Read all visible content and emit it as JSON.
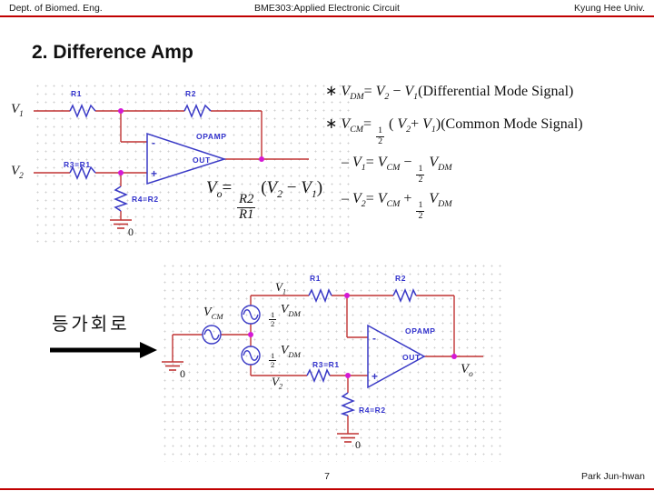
{
  "header": {
    "left": "Dept. of Biomed. Eng.",
    "center": "BME303:Applied Electronic Circuit",
    "right": "Kyung Hee Univ."
  },
  "footer": {
    "page_number": "7",
    "author": "Park Jun-hwan"
  },
  "title": "2. Difference Amp",
  "korean": {
    "equiv_label": "등가회로"
  },
  "colors": {
    "accent_line": "#c00000",
    "wire": "#c03434",
    "component": "#3a3ac6",
    "component_label": "#3333cc",
    "junction_dot": "#d519d5",
    "grid_dot": "#cfcfcf"
  },
  "top_circuit": {
    "r1": "R1",
    "r2": "R2",
    "r3": "R3=R1",
    "r4": "R4=R2",
    "opamp": "OPAMP",
    "out": "OUT",
    "minus": "-",
    "plus": "+",
    "gnd": "0"
  },
  "bottom_circuit": {
    "r1": "R1",
    "r2": "R2",
    "r3": "R3=R1",
    "r4": "R4=R2",
    "opamp": "OPAMP",
    "out": "OUT",
    "minus": "-",
    "plus": "+",
    "gnd_left": "0",
    "gnd_right": "0"
  },
  "labels": {
    "v1": [
      {
        "i": "V"
      },
      {
        "s": "1"
      }
    ],
    "v2": [
      {
        "i": "V"
      },
      {
        "s": "2"
      }
    ],
    "vcm": [
      {
        "i": "V"
      },
      {
        "s": "CM"
      }
    ],
    "vo": [
      {
        "i": "V"
      },
      {
        "s": "o"
      }
    ],
    "half_vdm": [
      {
        "f": [
          "1",
          "2"
        ]
      },
      {
        "r": " "
      },
      {
        "i": "V"
      },
      {
        "s": "DM"
      }
    ]
  },
  "equations": {
    "vo_result": [
      {
        "i": "V"
      },
      {
        "s": "o"
      },
      {
        "r": "= "
      },
      {
        "f": [
          "R2",
          "R1"
        ]
      },
      {
        "r": " ("
      },
      {
        "i": "V"
      },
      {
        "s": "2"
      },
      {
        "r": " − "
      },
      {
        "i": "V"
      },
      {
        "s": "1"
      },
      {
        "r": ")"
      }
    ],
    "line1": [
      {
        "r": "∗ "
      },
      {
        "i": "V"
      },
      {
        "s": "DM"
      },
      {
        "r": "= "
      },
      {
        "i": "V"
      },
      {
        "s": "2"
      },
      {
        "r": " − "
      },
      {
        "i": "V"
      },
      {
        "s": "1"
      },
      {
        "r": "(Differential Mode Signal)"
      }
    ],
    "line2": [
      {
        "r": "∗ "
      },
      {
        "i": "V"
      },
      {
        "s": "CM"
      },
      {
        "r": "= "
      },
      {
        "f": [
          "1",
          "2"
        ]
      },
      {
        "r": " ( "
      },
      {
        "i": "V"
      },
      {
        "s": "2"
      },
      {
        "r": "+ "
      },
      {
        "i": "V"
      },
      {
        "s": "1"
      },
      {
        "r": ")(Common Mode Signal)"
      }
    ],
    "line3": [
      {
        "r": "– "
      },
      {
        "i": "V"
      },
      {
        "s": "1"
      },
      {
        "r": "= "
      },
      {
        "i": "V"
      },
      {
        "s": "CM"
      },
      {
        "r": " − "
      },
      {
        "f": [
          "1",
          "2"
        ]
      },
      {
        "r": " "
      },
      {
        "i": "V"
      },
      {
        "s": "DM"
      }
    ],
    "line4": [
      {
        "r": "– "
      },
      {
        "i": "V"
      },
      {
        "s": "2"
      },
      {
        "r": "= "
      },
      {
        "i": "V"
      },
      {
        "s": "CM"
      },
      {
        "r": " + "
      },
      {
        "f": [
          "1",
          "2"
        ]
      },
      {
        "r": " "
      },
      {
        "i": "V"
      },
      {
        "s": "DM"
      }
    ]
  }
}
